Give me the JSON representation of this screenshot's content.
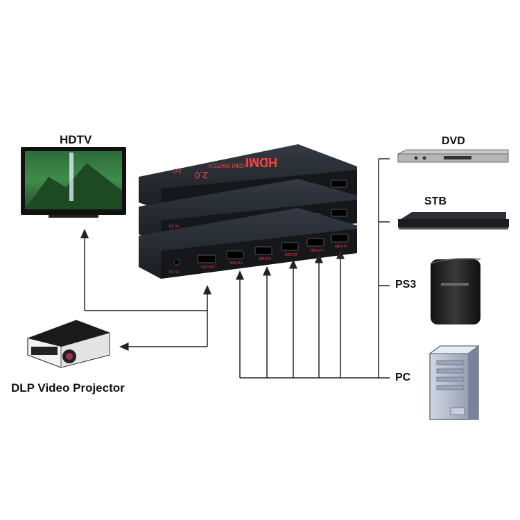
{
  "labels": {
    "hdtv": "HDTV",
    "projector": "DLP Video Projector",
    "dvd": "DVD",
    "stb": "STB",
    "ps3": "PS3",
    "pc": "PC"
  },
  "switch": {
    "brand": "HDMI",
    "version": "2.0",
    "model_top": "HDMI SWITCH",
    "model_ratio": "3x1",
    "dc_label": "DC 5V",
    "output_label": "OUTPUT",
    "input_labels": [
      "INPUT1",
      "INPUT2",
      "INPUT3",
      "INPUT4",
      "INPUT5"
    ]
  },
  "colors": {
    "line": "#222222",
    "device_body": "#1c1f24",
    "device_top": "#2a2e35",
    "port_text": "#ff3b3b"
  }
}
